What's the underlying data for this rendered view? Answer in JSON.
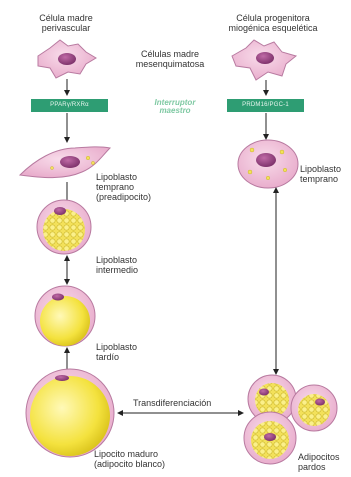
{
  "labels": {
    "perivascular_stem_cell": [
      "Célula madre",
      "perivascular"
    ],
    "skeletal_myogenic_progenitor": [
      "Célula progenitora",
      "miogénica esquelética"
    ],
    "mesenchymal_stem_cells": [
      "Células madre",
      "mesenquimatosa"
    ],
    "early_lipoblast_left": [
      "Lipoblasto",
      "temprano",
      "(preadipocito)"
    ],
    "intermediate_lipoblast": [
      "Lipoblasto",
      "intermedio"
    ],
    "late_lipoblast": [
      "Lipoblasto",
      "tardío"
    ],
    "mature_lipocyte": [
      "Lipocito maduro",
      "(adipocito blanco)"
    ],
    "transdifferentiation": "Transdiferenciación",
    "early_lipoblast_right": [
      "Lipoblasto",
      "temprano"
    ],
    "brown_adipocytes": [
      "Adipocitos",
      "pardos"
    ]
  },
  "master_switch": {
    "label": [
      "Interruptor",
      "maestro"
    ],
    "left_factor": "PPARγ/RXRα",
    "right_factor": "PRDM16/PGC-1"
  },
  "colors": {
    "cell_pink": "#f1c6dd",
    "cell_outline": "#b87aa0",
    "nucleus": "#8a3f78",
    "lipid_yellow": "#f2df3c",
    "box_green": "#2e9d73",
    "switch_text": "#7fc9a3"
  }
}
